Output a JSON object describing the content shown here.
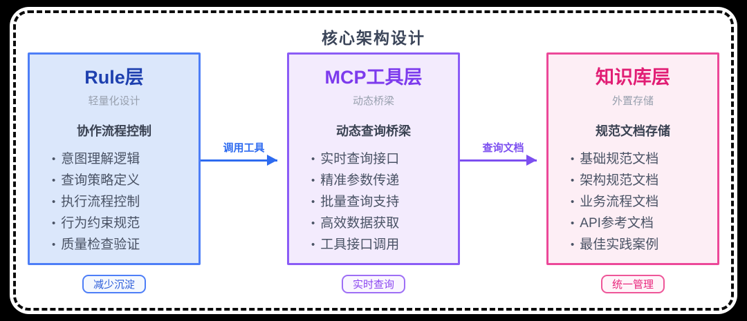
{
  "title": "核心架构设计",
  "layers": [
    {
      "title": "Rule层",
      "subtitle": "轻量化设计",
      "heading": "协作流程控制",
      "items": [
        "意图理解逻辑",
        "查询策略定义",
        "执行流程控制",
        "行为约束规范",
        "质量检查验证"
      ],
      "badge": "减少沉淀",
      "colors": {
        "border": "#4d7ef7",
        "fill": "#dbe7fb",
        "title": "#1e40af",
        "badge_text": "#2b5cd9"
      }
    },
    {
      "title": "MCP工具层",
      "subtitle": "动态桥梁",
      "heading": "动态查询桥梁",
      "items": [
        "实时查询接口",
        "精准参数传递",
        "批量查询支持",
        "高效数据获取",
        "工具接口调用"
      ],
      "badge": "实时查询",
      "colors": {
        "border": "#8b5cf6",
        "fill": "#f3ebfd",
        "title": "#7c3aed",
        "badge_text": "#8b46f0"
      }
    },
    {
      "title": "知识库层",
      "subtitle": "外置存储",
      "heading": "规范文档存储",
      "items": [
        "基础规范文档",
        "架构规范文档",
        "业务流程文档",
        "API参考文档",
        "最佳实践案例"
      ],
      "badge": "统一管理",
      "colors": {
        "border": "#ec4899",
        "fill": "#fdeef5",
        "title": "#e11d74",
        "badge_text": "#e8267c"
      }
    }
  ],
  "arrows": [
    {
      "label": "调用工具",
      "color": "#2e6bf0"
    },
    {
      "label": "查询文档",
      "color": "#7c4ff0"
    }
  ]
}
